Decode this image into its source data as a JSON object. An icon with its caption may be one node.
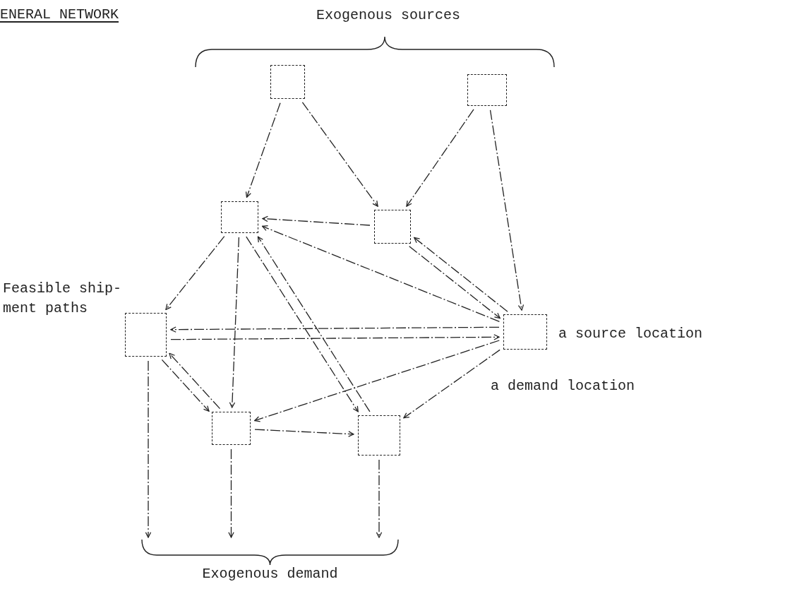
{
  "diagram": {
    "title": "ENERAL NETWORK",
    "nodes": [
      {
        "text": [],
        "shape": "box"
      },
      {
        "text": [],
        "shape": "box"
      },
      {
        "text": [],
        "shape": "box"
      },
      {
        "text": [],
        "shape": "box"
      },
      {
        "text": [],
        "shape": "box"
      },
      {
        "text": [],
        "shape": "box",
        "beside": [
          "a source location"
        ]
      },
      {
        "text": [],
        "shape": "box"
      },
      {
        "text": [],
        "shape": "box"
      },
      {
        "text": [
          "Exogenous demand"
        ]
      }
    ],
    "edges": [
      {
        "from": 0,
        "to": 2,
        "arrow": "to"
      },
      {
        "from": 0,
        "to": 3,
        "arrow": "to"
      },
      {
        "from": 1,
        "to": 3,
        "arrow": "to"
      },
      {
        "from": 1,
        "to": 5,
        "arrow": "to"
      },
      {
        "from": 3,
        "to": 2,
        "arrow": "to"
      },
      {
        "from": 5,
        "to": 2,
        "arrow": "to"
      },
      {
        "from": 3,
        "to": 5,
        "arrow": "to"
      },
      {
        "from": 5,
        "to": 3,
        "arrow": "to"
      },
      {
        "from": 2,
        "to": 4,
        "arrow": "to"
      },
      {
        "from": 2,
        "to": 6,
        "arrow": "to"
      },
      {
        "from": 2,
        "to": 7,
        "arrow": "to"
      },
      {
        "from": 7,
        "to": 2,
        "arrow": "to"
      },
      {
        "from": 4,
        "to": 5,
        "arrow": "to"
      },
      {
        "from": 5,
        "to": 4,
        "arrow": "to"
      },
      {
        "from": 4,
        "to": 6,
        "arrow": "to"
      },
      {
        "from": 6,
        "to": 4,
        "arrow": "to"
      },
      {
        "from": 5,
        "to": 6,
        "arrow": "to"
      },
      {
        "from": 5,
        "to": 7,
        "arrow": "to"
      },
      {
        "from": 6,
        "to": 7,
        "arrow": "to"
      },
      {
        "from": 4,
        "to": 8,
        "arrow": "to"
      },
      {
        "from": 6,
        "to": 8,
        "arrow": "to"
      },
      {
        "from": 7,
        "to": 8,
        "arrow": "to"
      }
    ],
    "labels": [
      "Exogenous sources",
      "Feasible ship- ment paths",
      "a demand location"
    ]
  }
}
